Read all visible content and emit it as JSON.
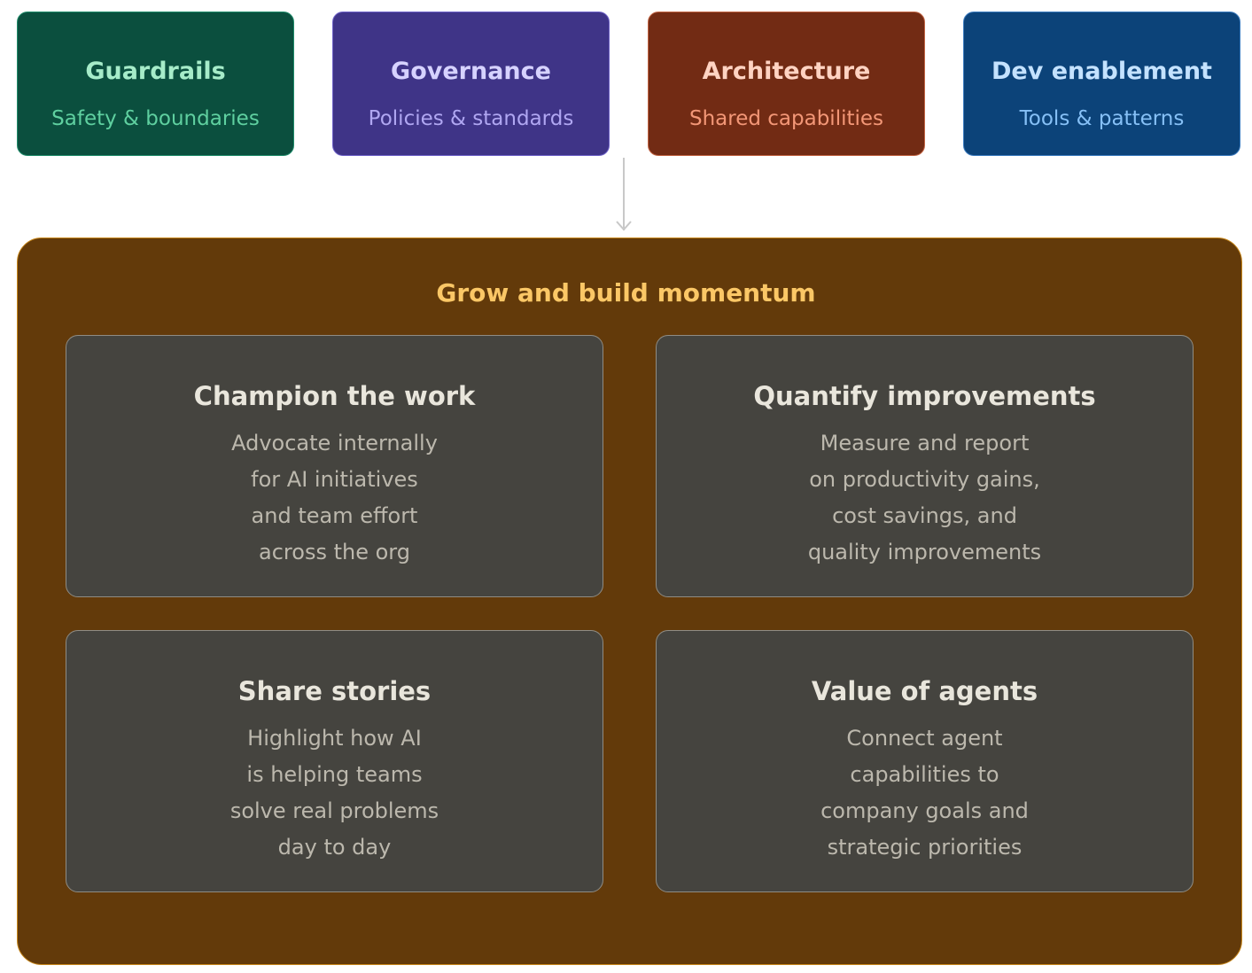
{
  "colors": {
    "page_background": "#ffffff",
    "guardrails": {
      "bg": "#0b4f3e",
      "border": "#1f8c6a",
      "title": "#a6ecc9",
      "sub": "#5fd0a0"
    },
    "governance": {
      "bg": "#3f3487",
      "border": "#6e62c8",
      "title": "#d6d2ff",
      "sub": "#b0a7f2"
    },
    "architecture": {
      "bg": "#722b14",
      "border": "#c26443",
      "title": "#ffd3c2",
      "sub": "#f39777"
    },
    "dev_enablement": {
      "bg": "#0c4379",
      "border": "#3b7bbf",
      "title": "#c4e2ff",
      "sub": "#86c0f6"
    },
    "momentum": {
      "bg": "#633a0a",
      "border": "#c7861a",
      "title": "#fbc766"
    },
    "card": {
      "bg": "#45443f",
      "border": "#8f8c84",
      "title": "#e9e6dc",
      "text": "#bcb8ad"
    },
    "arrow": "#c8c8c8"
  },
  "pillars": [
    {
      "title": "Guardrails",
      "subtitle": "Safety & boundaries"
    },
    {
      "title": "Governance",
      "subtitle": "Policies & standards"
    },
    {
      "title": "Architecture",
      "subtitle": "Shared capabilities"
    },
    {
      "title": "Dev enablement",
      "subtitle": "Tools & patterns"
    }
  ],
  "momentum": {
    "title": "Grow and build momentum",
    "cards": [
      {
        "title": "Champion the work",
        "lines": [
          "Advocate internally",
          "for AI initiatives",
          "and team effort",
          "across the org"
        ]
      },
      {
        "title": "Quantify improvements",
        "lines": [
          "Measure and report",
          "on productivity gains,",
          "cost savings, and",
          "quality improvements"
        ]
      },
      {
        "title": "Share stories",
        "lines": [
          "Highlight how AI",
          "is helping teams",
          "solve real problems",
          "day to day"
        ]
      },
      {
        "title": "Value of agents",
        "lines": [
          "Connect agent",
          "capabilities to",
          "company goals and",
          "strategic priorities"
        ]
      }
    ]
  }
}
